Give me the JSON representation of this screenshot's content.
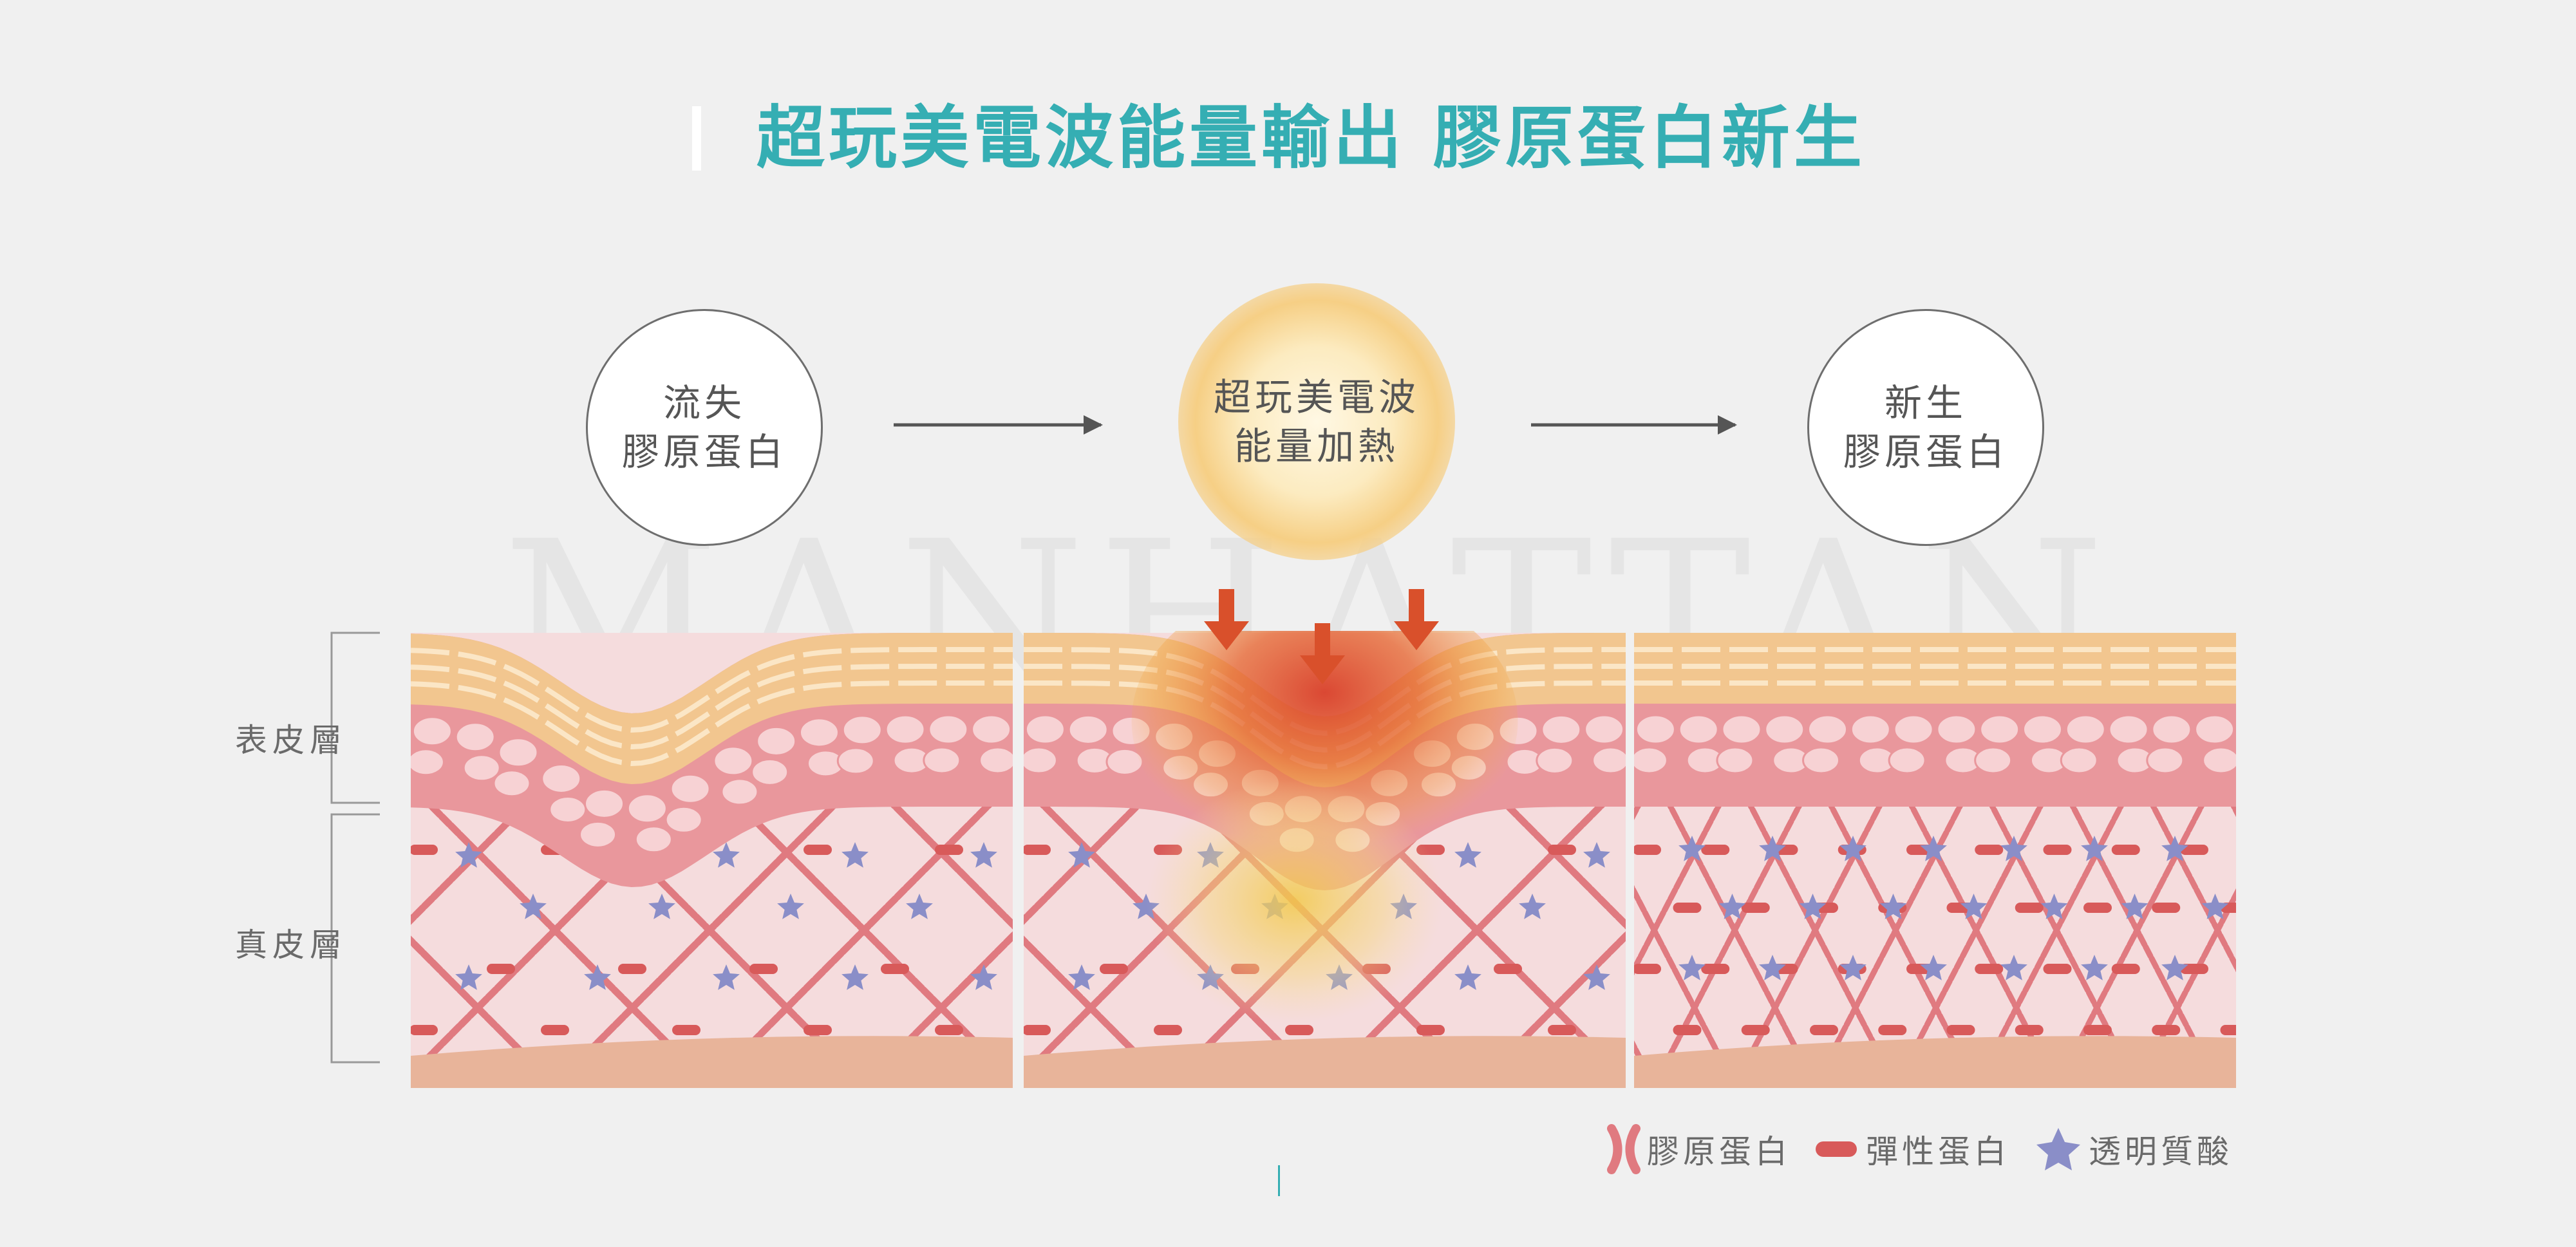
{
  "title": "超玩美電波能量輸出 膠原蛋白新生",
  "watermark": "MANHATTAN",
  "steps": [
    {
      "line1": "流失",
      "line2": "膠原蛋白"
    },
    {
      "line1": "超玩美電波",
      "line2": "能量加熱"
    },
    {
      "line1": "新生",
      "line2": "膠原蛋白"
    }
  ],
  "layers": {
    "epidermis": "表皮層",
    "dermis": "真皮層"
  },
  "legend": {
    "collagen": "膠原蛋白",
    "elastin": "彈性蛋白",
    "hyaluronic_acid": "透明質酸"
  },
  "icons": [
    "arrow-right-icon",
    "heat-arrow-down-icon",
    "collagen-x-icon",
    "elastin-pill-icon",
    "hyaluronic-star-icon"
  ],
  "colors": {
    "title": "#35aeb3",
    "collagen": "#e07a80",
    "elastin": "#d85a5a",
    "hyaluronic": "#8a8ec8",
    "heat_arrow": "#d9502b",
    "dermis_bg": "#f5dcdd",
    "base_layer": "#e8b49a"
  }
}
